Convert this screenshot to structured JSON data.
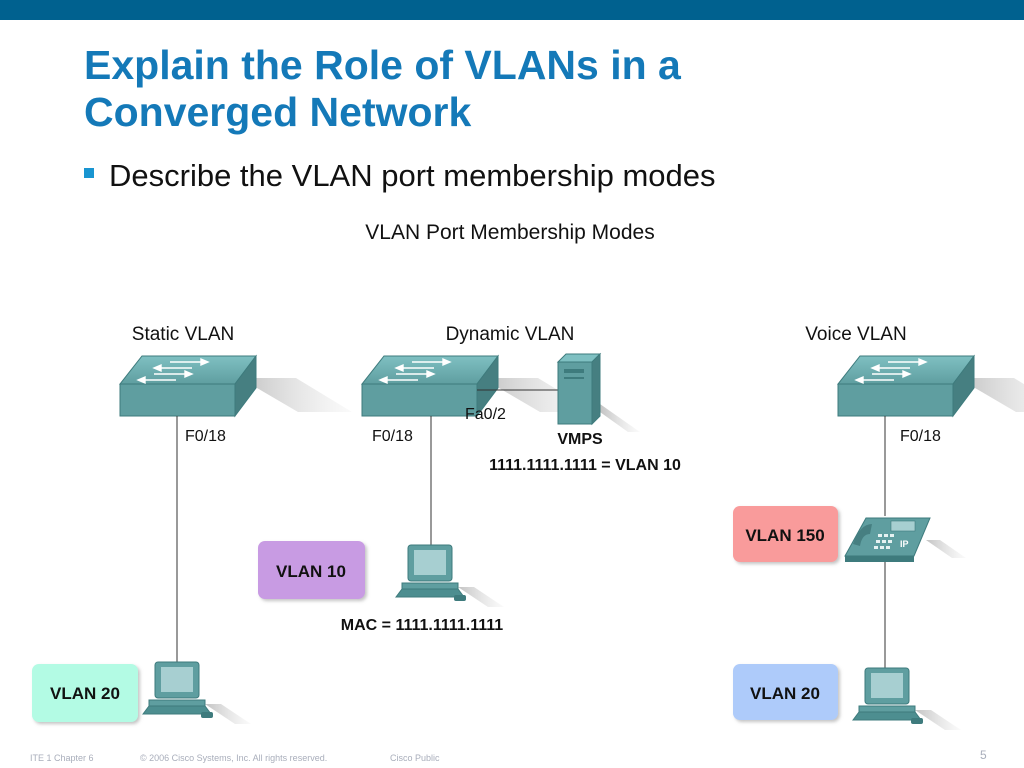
{
  "slide": {
    "title_line1": "Explain the Role of VLANs in a",
    "title_line2": "Converged Network",
    "bullet": "Describe the VLAN port membership modes"
  },
  "diagram": {
    "heading": "VLAN Port Membership Modes",
    "static": {
      "label": "Static VLAN",
      "port": "F0/18",
      "vlan_tag": "VLAN 20"
    },
    "dynamic": {
      "label": "Dynamic VLAN",
      "port": "F0/18",
      "server_port": "Fa0/2",
      "server_name": "VMPS",
      "server_mapping": "1111.1111.1111 = VLAN 10",
      "vlan_tag": "VLAN 10",
      "mac": "MAC = 1111.1111.1111"
    },
    "voice": {
      "label": "Voice VLAN",
      "port": "F0/18",
      "phone_badge": "IP",
      "voice_vlan_tag": "VLAN 150",
      "data_vlan_tag": "VLAN 20"
    },
    "colors": {
      "device": "#5f9ea0",
      "device_dark": "#3e7b7d",
      "tag_static": "#b3fbe4",
      "tag_dynamic": "#c89be3",
      "tag_voice": "#f99b9b",
      "tag_data": "#aecbfa"
    }
  },
  "footer": {
    "course": "ITE 1 Chapter 6",
    "copyright": "© 2006 Cisco Systems, Inc. All rights reserved.",
    "classification": "Cisco Public",
    "page_number": "5"
  }
}
